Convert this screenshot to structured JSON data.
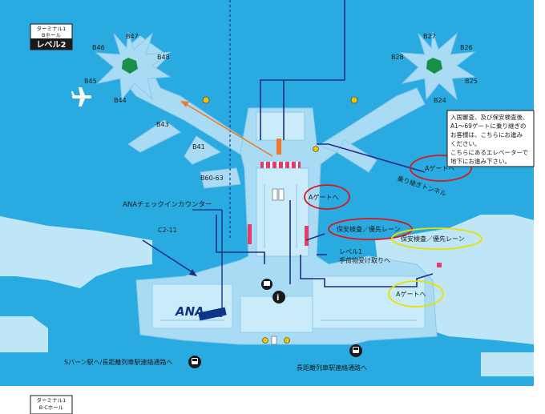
{
  "header": {
    "terminal": "ターミナル1",
    "hall": "Bホール",
    "level": "レベル2"
  },
  "footer": {
    "terminal": "ターミナル1",
    "hall": "B·Cホール"
  },
  "gates": {
    "left": [
      "B47",
      "B46",
      "B48",
      "B45",
      "B44",
      "B43",
      "B41",
      "B60-63"
    ],
    "right": [
      "B27",
      "B26",
      "B28",
      "B25",
      "B24"
    ]
  },
  "labels": {
    "ana_counter": "ANAチェックインカウンター",
    "c_gates": "C2-11",
    "a_gate_center": "Aゲートへ",
    "a_gate_tunnel": "Aゲートへ",
    "a_gate_right": "Aゲートへ",
    "tunnel": "乗り継ぎトンネル",
    "security_center": "保安検査／優先レーン",
    "security_right": "保安検査／優先レーン",
    "level1": "レベル1",
    "baggage": "手荷物受け取りへ",
    "s_bahn": "Sバーン駅へ/長距離列車駅連絡通路へ",
    "long_distance": "長距離列車駅連絡通路へ",
    "ana_logo": "ANA"
  },
  "info_box": {
    "lines": [
      "入国審査、及び保安検査後、",
      "A1〜69ゲートに乗り継ぎの",
      "お客様は、こちらにお進み",
      "ください。",
      "こちらにあるエレベーターで",
      "地下にお進み下さい。"
    ]
  },
  "colors": {
    "sky": "#29abe2",
    "building": "#a9dcf4",
    "building_edge": "#8cc9e8",
    "annotation_red": "#d7191c",
    "annotation_yellow": "#e8e000",
    "route_navy": "#1f2f80",
    "route_orange": "#f07a28",
    "ana_blue": "#0f3588"
  }
}
